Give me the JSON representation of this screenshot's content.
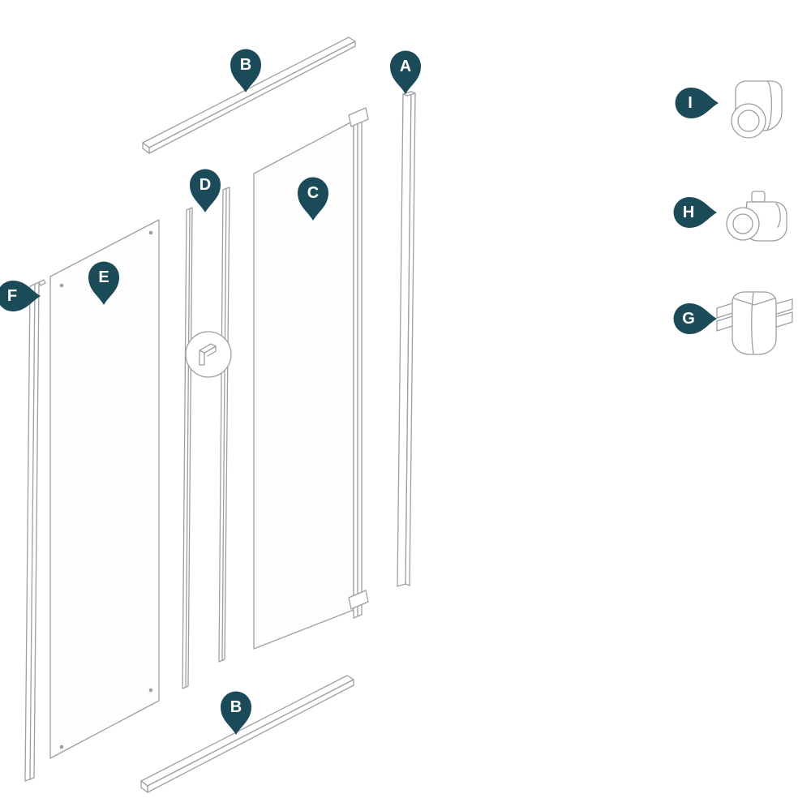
{
  "colors": {
    "background": "#ffffff",
    "label_bg": "#1b4b59",
    "label_text": "#ffffff",
    "line": "#9aa0a4",
    "panel_fill": "#fdfdfe"
  },
  "labels": {
    "b_top": {
      "text": "B"
    },
    "a": {
      "text": "A"
    },
    "d": {
      "text": "D"
    },
    "c": {
      "text": "C"
    },
    "e": {
      "text": "E"
    },
    "f": {
      "text": "F"
    },
    "b_bottom": {
      "text": "B"
    },
    "i": {
      "text": "I"
    },
    "h": {
      "text": "H"
    },
    "g": {
      "text": "G"
    }
  }
}
